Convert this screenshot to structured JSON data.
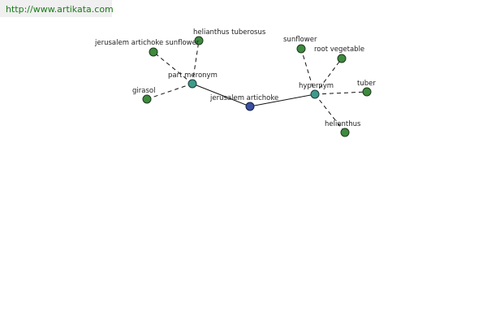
{
  "source": {
    "url": "http://www.artikata.com"
  },
  "graph": {
    "root": {
      "label": "jerusalem artichoke"
    },
    "hubs": {
      "part_meronym": {
        "label": "part meronym"
      },
      "hypernym": {
        "label": "hypernym"
      }
    },
    "leaves": {
      "helianthus_tuberosus": "helianthus tuberosus",
      "jerusalem_artichoke_sunflower": "jerusalem artichoke sunflower",
      "girasol": "girasol",
      "sunflower": "sunflower",
      "root_vegetable": "root vegetable",
      "tuber": "tuber",
      "helianthus": "helianthus"
    }
  }
}
